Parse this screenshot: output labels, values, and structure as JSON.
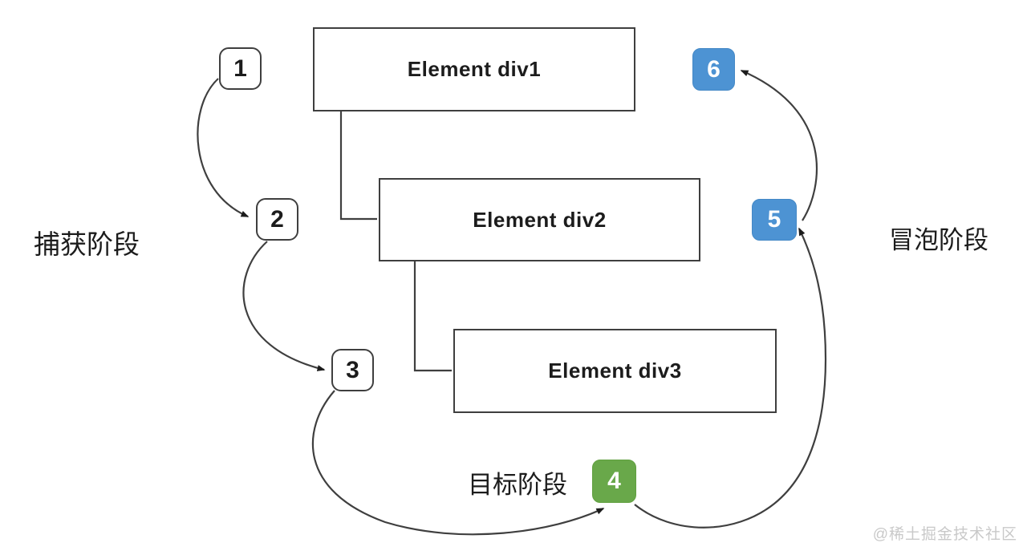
{
  "diagram": {
    "element_boxes": [
      {
        "label": "Element div1"
      },
      {
        "label": "Element div2"
      },
      {
        "label": "Element div3"
      }
    ],
    "steps": [
      "1",
      "2",
      "3",
      "4",
      "5",
      "6"
    ],
    "phase_labels": {
      "capture": "捕获阶段",
      "target": "目标阶段",
      "bubble": "冒泡阶段"
    },
    "watermark": "@稀土掘金技术社区",
    "colors": {
      "step_blue": "#4d93d3",
      "step_green": "#69a84a",
      "line": "#3f3f3f"
    }
  }
}
